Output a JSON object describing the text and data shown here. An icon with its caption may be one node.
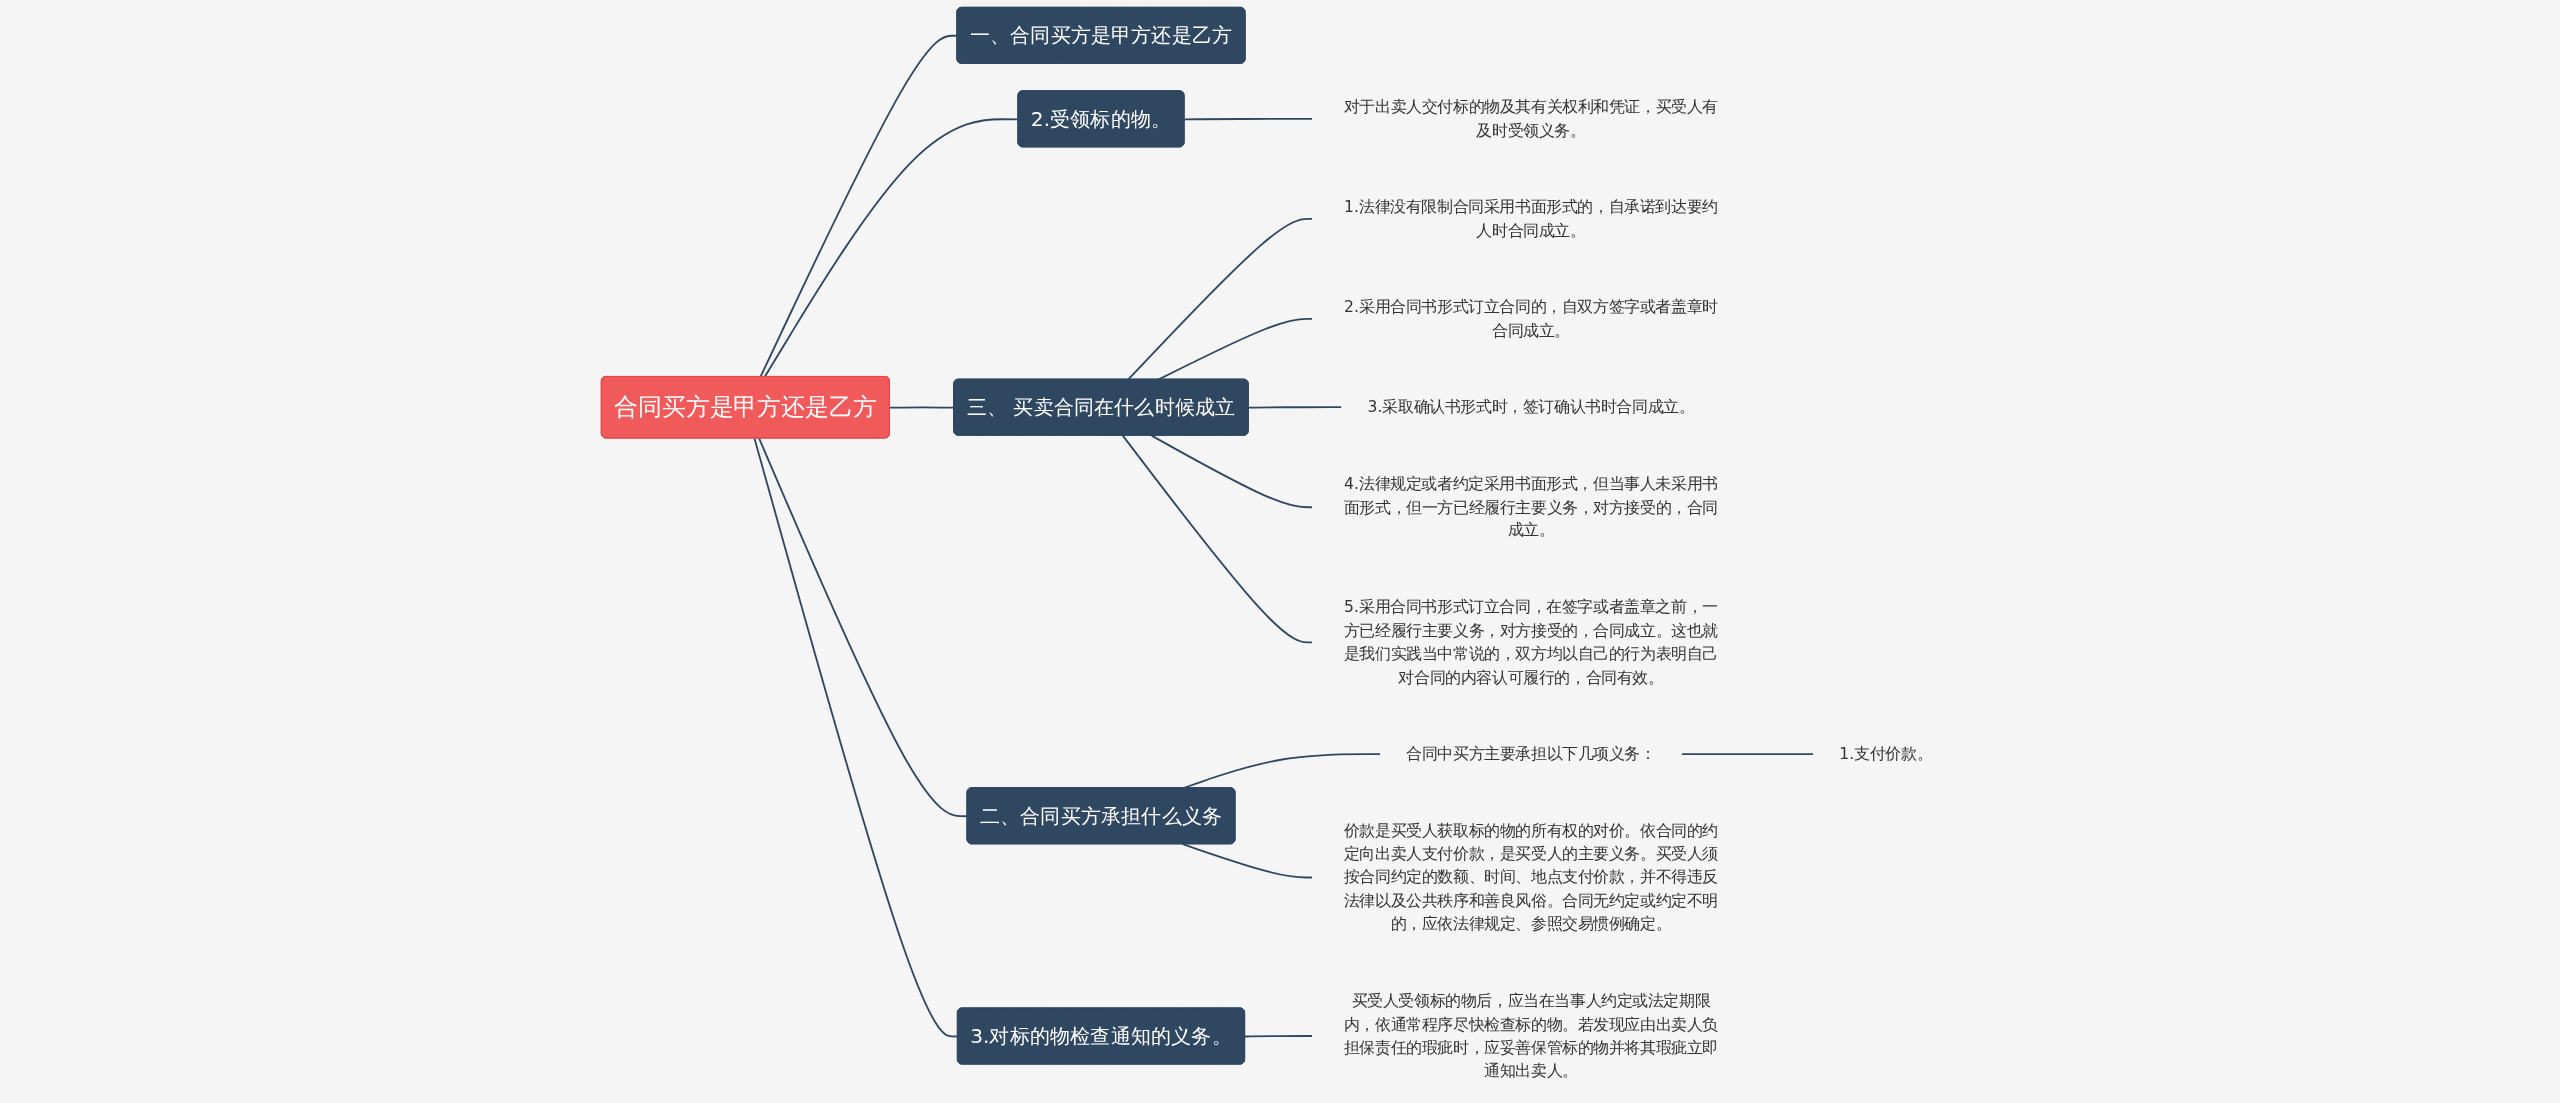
{
  "diagram": {
    "nodes": [
      {
        "text": [
          "合同买方是甲方还是乙方"
        ]
      },
      {
        "text": [
          "一、合同买方是甲方还是乙方"
        ]
      },
      {
        "text": [
          "2.受领标的物。"
        ]
      },
      {
        "text": [
          "对于出卖人交付标的物及其有关权利和凭证，买受人有及时受领义务。"
        ]
      },
      {
        "text": [
          "三、 买卖合同在什么时候成立"
        ]
      },
      {
        "text": [
          "1.法律没有限制合同采用书面形式的，自承诺到达要约人时合同成立。"
        ]
      },
      {
        "text": [
          "2.采用合同书形式订立合同的，自双方签字或者盖章时合同成立。"
        ]
      },
      {
        "text": [
          "3.采取确认书形式时，签订确认书时合同成立。"
        ]
      },
      {
        "text": [
          "4.法律规定或者约定采用书面形式，但当事人未采用书面形式，但一方已经履行主要义务，对方接受的，合同成立。"
        ]
      },
      {
        "text": [
          "5.采用合同书形式订立合同，在签字或者盖章之前，一方已经履行主要义务，对方接受的，合同成立。这也就是我们实践当中常说的，双方均以自己的行为表明自己对合同的内容认可履行的，合同有效。"
        ]
      },
      {
        "text": [
          "二、合同买方承担什么义务"
        ]
      },
      {
        "text": [
          "合同中买方主要承担以下几项义务："
        ]
      },
      {
        "text": [
          "1.支付价款。"
        ]
      },
      {
        "text": [
          "价款是买受人获取标的物的所有权的对价。依合同的约定向出卖人支付价款，是买受人的主要义务。买受人须按合同约定的数额、时间、地点支付价款，并不得违反法律以及公共秩序和善良风俗。合同无约定或约定不明的，应依法律规定、参照交易惯例确定。"
        ]
      },
      {
        "text": [
          "3.对标的物检查通知的义务。"
        ]
      },
      {
        "text": [
          "买受人受领标的物后，应当在当事人约定或法定期限内，依通常程序尽快检查标的物。若发现应由出卖人负担保责任的瑕疵时，应妥善保管标的物并将其瑕疵立即通知出卖人。"
        ]
      }
    ],
    "edges": [
      {
        "from": 0,
        "to": 1,
        "arrow": "none"
      },
      {
        "from": 0,
        "to": 2,
        "arrow": "none"
      },
      {
        "from": 2,
        "to": 3,
        "arrow": "none"
      },
      {
        "from": 0,
        "to": 4,
        "arrow": "none"
      },
      {
        "from": 4,
        "to": 5,
        "arrow": "none"
      },
      {
        "from": 4,
        "to": 6,
        "arrow": "none"
      },
      {
        "from": 4,
        "to": 7,
        "arrow": "none"
      },
      {
        "from": 4,
        "to": 8,
        "arrow": "none"
      },
      {
        "from": 4,
        "to": 9,
        "arrow": "none"
      },
      {
        "from": 0,
        "to": 10,
        "arrow": "none"
      },
      {
        "from": 10,
        "to": 11,
        "arrow": "none"
      },
      {
        "from": 11,
        "to": 12,
        "arrow": "none"
      },
      {
        "from": 10,
        "to": 13,
        "arrow": "none"
      },
      {
        "from": 0,
        "to": 14,
        "arrow": "none"
      },
      {
        "from": 14,
        "to": 15,
        "arrow": "none"
      }
    ]
  }
}
